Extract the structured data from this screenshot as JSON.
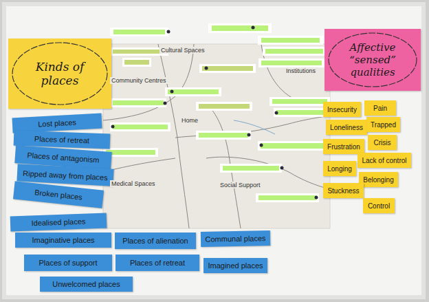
{
  "diagram": {
    "nodes": [
      {
        "text": [
          "Kinds of places"
        ]
      },
      {
        "text": [
          "Affective “sensed” qualities"
        ]
      },
      {
        "text": [
          "Lost places"
        ]
      },
      {
        "text": [
          "Places of retreat"
        ]
      },
      {
        "text": [
          "Places of antagonism"
        ]
      },
      {
        "text": [
          "Ripped away from places"
        ]
      },
      {
        "text": [
          "Broken places"
        ]
      },
      {
        "text": [
          "Idealised places"
        ]
      },
      {
        "text": [
          "Imaginative places"
        ]
      },
      {
        "text": [
          "Places of alienation"
        ]
      },
      {
        "text": [
          "Communal places"
        ]
      },
      {
        "text": [
          "Places of support"
        ]
      },
      {
        "text": [
          "Places of retreat"
        ]
      },
      {
        "text": [
          "Imagined places"
        ]
      },
      {
        "text": [
          "Unwelcomed places"
        ]
      },
      {
        "text": [
          "Insecurity"
        ]
      },
      {
        "text": [
          "Pain"
        ]
      },
      {
        "text": [
          "Loneliness"
        ]
      },
      {
        "text": [
          "Trapped"
        ]
      },
      {
        "text": [
          "Frustration"
        ]
      },
      {
        "text": [
          "Crisis"
        ]
      },
      {
        "text": [
          "Lack of control"
        ]
      },
      {
        "text": [
          "Longing"
        ]
      },
      {
        "text": [
          "Belonging"
        ]
      },
      {
        "text": [
          "Stuckness"
        ]
      },
      {
        "text": [
          "Control"
        ]
      }
    ],
    "labels": [
      "Community Centres",
      "Cultural Spaces",
      "Institutions",
      "Home",
      "Medical Spaces",
      "Social Support"
    ]
  }
}
